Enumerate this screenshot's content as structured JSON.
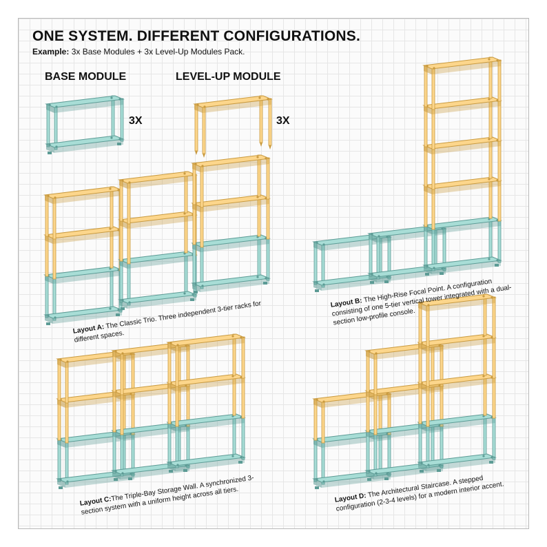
{
  "header": {
    "title": "ONE SYSTEM. DIFFERENT CONFIGURATIONS.",
    "subtitle_prefix": "Example:",
    "subtitle_text": " 3x Base Modules + 3x Level-Up Modules Pack."
  },
  "modules": {
    "base": {
      "label": "BASE MODULE",
      "count": "3X"
    },
    "levelup": {
      "label": "LEVEL-UP MODULE",
      "count": "3X"
    }
  },
  "layouts": {
    "a": {
      "title": "Layout A:",
      "description": " The Classic Trio. Three independent 3-tier racks for different spaces."
    },
    "b": {
      "title": "Layout B:",
      "description": " The High-Rise Focal Point. A configuration consisting of one 5-tier vertical tower integrated with a dual-section low-profile console."
    },
    "c": {
      "title": "Layout C:",
      "description": "The Triple-Bay Storage Wall. A synchronized 3-section system with a uniform height across all tiers."
    },
    "d": {
      "title": "Layout D:",
      "description": " The Architectural Staircase. A stepped configuration (2-3-4 levels) for a modern interior accent."
    }
  },
  "colors": {
    "base_shelf": "#a8ddd6",
    "base_stroke": "#5c9b95",
    "levelup_shelf": "#fcd68c",
    "levelup_stroke": "#c99a3f",
    "grid": "#e6e6e6",
    "frame": "#b9b9b9"
  }
}
